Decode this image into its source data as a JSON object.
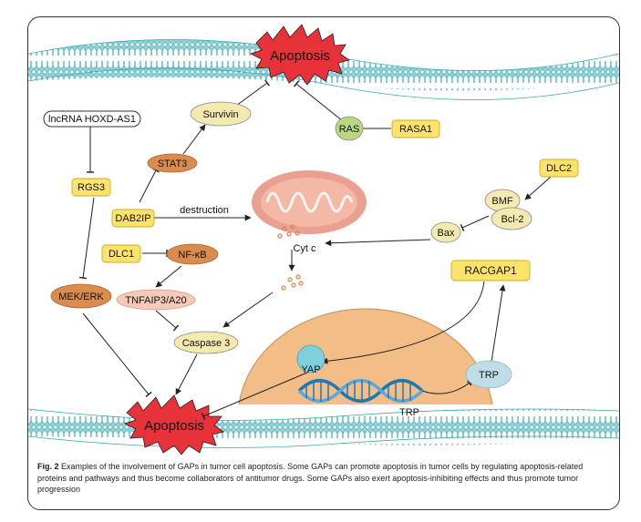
{
  "labels": {
    "apoptosis_top": "Apoptosis",
    "apoptosis_bottom": "Apoptosis",
    "survivin": "Survivin",
    "stat3": "STAT3",
    "dab2ip": "DAB2IP",
    "destruction": "destruction",
    "lncrna": "lncRNA HOXD-AS1",
    "rgs3": "RGS3",
    "dlc1": "DLC1",
    "nfkb": "NF-κB",
    "tnfaip3": "TNFAIP3/A20",
    "mek_erk": "MEK/ERK",
    "caspase3": "Caspase 3",
    "ras": "RAS",
    "rasa1": "RASA1",
    "dlc2": "DLC2",
    "bmf": "BMF",
    "bcl2": "Bcl-2",
    "bax": "Bax",
    "cytc": "Cyt c",
    "racgap1": "RACGAP1",
    "yap": "YAP",
    "trp_dna": "TRP",
    "trp_protein": "TRP"
  },
  "caption": {
    "label": "Fig. 2",
    "text": "Examples of the involvement of GAPs in tumor cell apoptosis. Some GAPs can promote apoptosis in tumor cells by regulating apoptosis-related proteins and pathways and thus become collaborators of antitumor drugs. Some GAPs also exert apoptosis-inhibiting effects and thus promote tumor progression"
  },
  "colors": {
    "membrane": "#8fd3d8",
    "membrane_line": "#3aa7b0",
    "apoptosis": "#e8323a",
    "yellow_box": "#fde36a",
    "orange_oval": "#d98c4e",
    "pale_yellow": "#f4eab0",
    "pink": "#f7c9b8",
    "green": "#b9d77e",
    "nucleus": "#f2bd86",
    "mito": "#e9a090",
    "teal": "#7fd0dc",
    "light_blue": "#bfdde6",
    "dna": "#1d78b7"
  },
  "icons": [
    "apoptosis-burst",
    "mitochondrion",
    "dna-helix",
    "cytochrome-dots"
  ]
}
